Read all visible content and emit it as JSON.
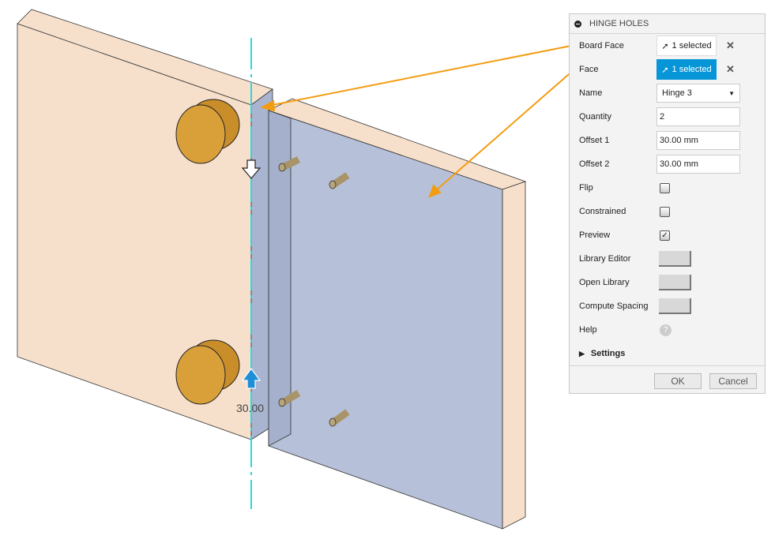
{
  "viewport": {
    "dimension_label": "30.00"
  },
  "panel": {
    "title": "HINGE HOLES",
    "board_face": {
      "label": "Board Face",
      "value": "1 selected"
    },
    "face": {
      "label": "Face",
      "value": "1 selected"
    },
    "name": {
      "label": "Name",
      "value": "Hinge 3"
    },
    "quantity": {
      "label": "Quantity",
      "value": "2"
    },
    "offset1": {
      "label": "Offset 1",
      "value": "30.00 mm"
    },
    "offset2": {
      "label": "Offset 2",
      "value": "30.00 mm"
    },
    "flip": {
      "label": "Flip",
      "checked": false
    },
    "constrained": {
      "label": "Constrained",
      "checked": false
    },
    "preview": {
      "label": "Preview",
      "checked": true,
      "mark": "✓"
    },
    "library_editor": {
      "label": "Library Editor"
    },
    "open_library": {
      "label": "Open Library"
    },
    "compute_spacing": {
      "label": "Compute Spacing"
    },
    "help": {
      "label": "Help",
      "icon": "?"
    },
    "settings": {
      "label": "Settings"
    },
    "ok": "OK",
    "cancel": "Cancel"
  },
  "colors": {
    "accent": "#0696d7",
    "arrow": "#f39c12",
    "board": "#f6e0cc",
    "face": "#b4bfd6"
  }
}
